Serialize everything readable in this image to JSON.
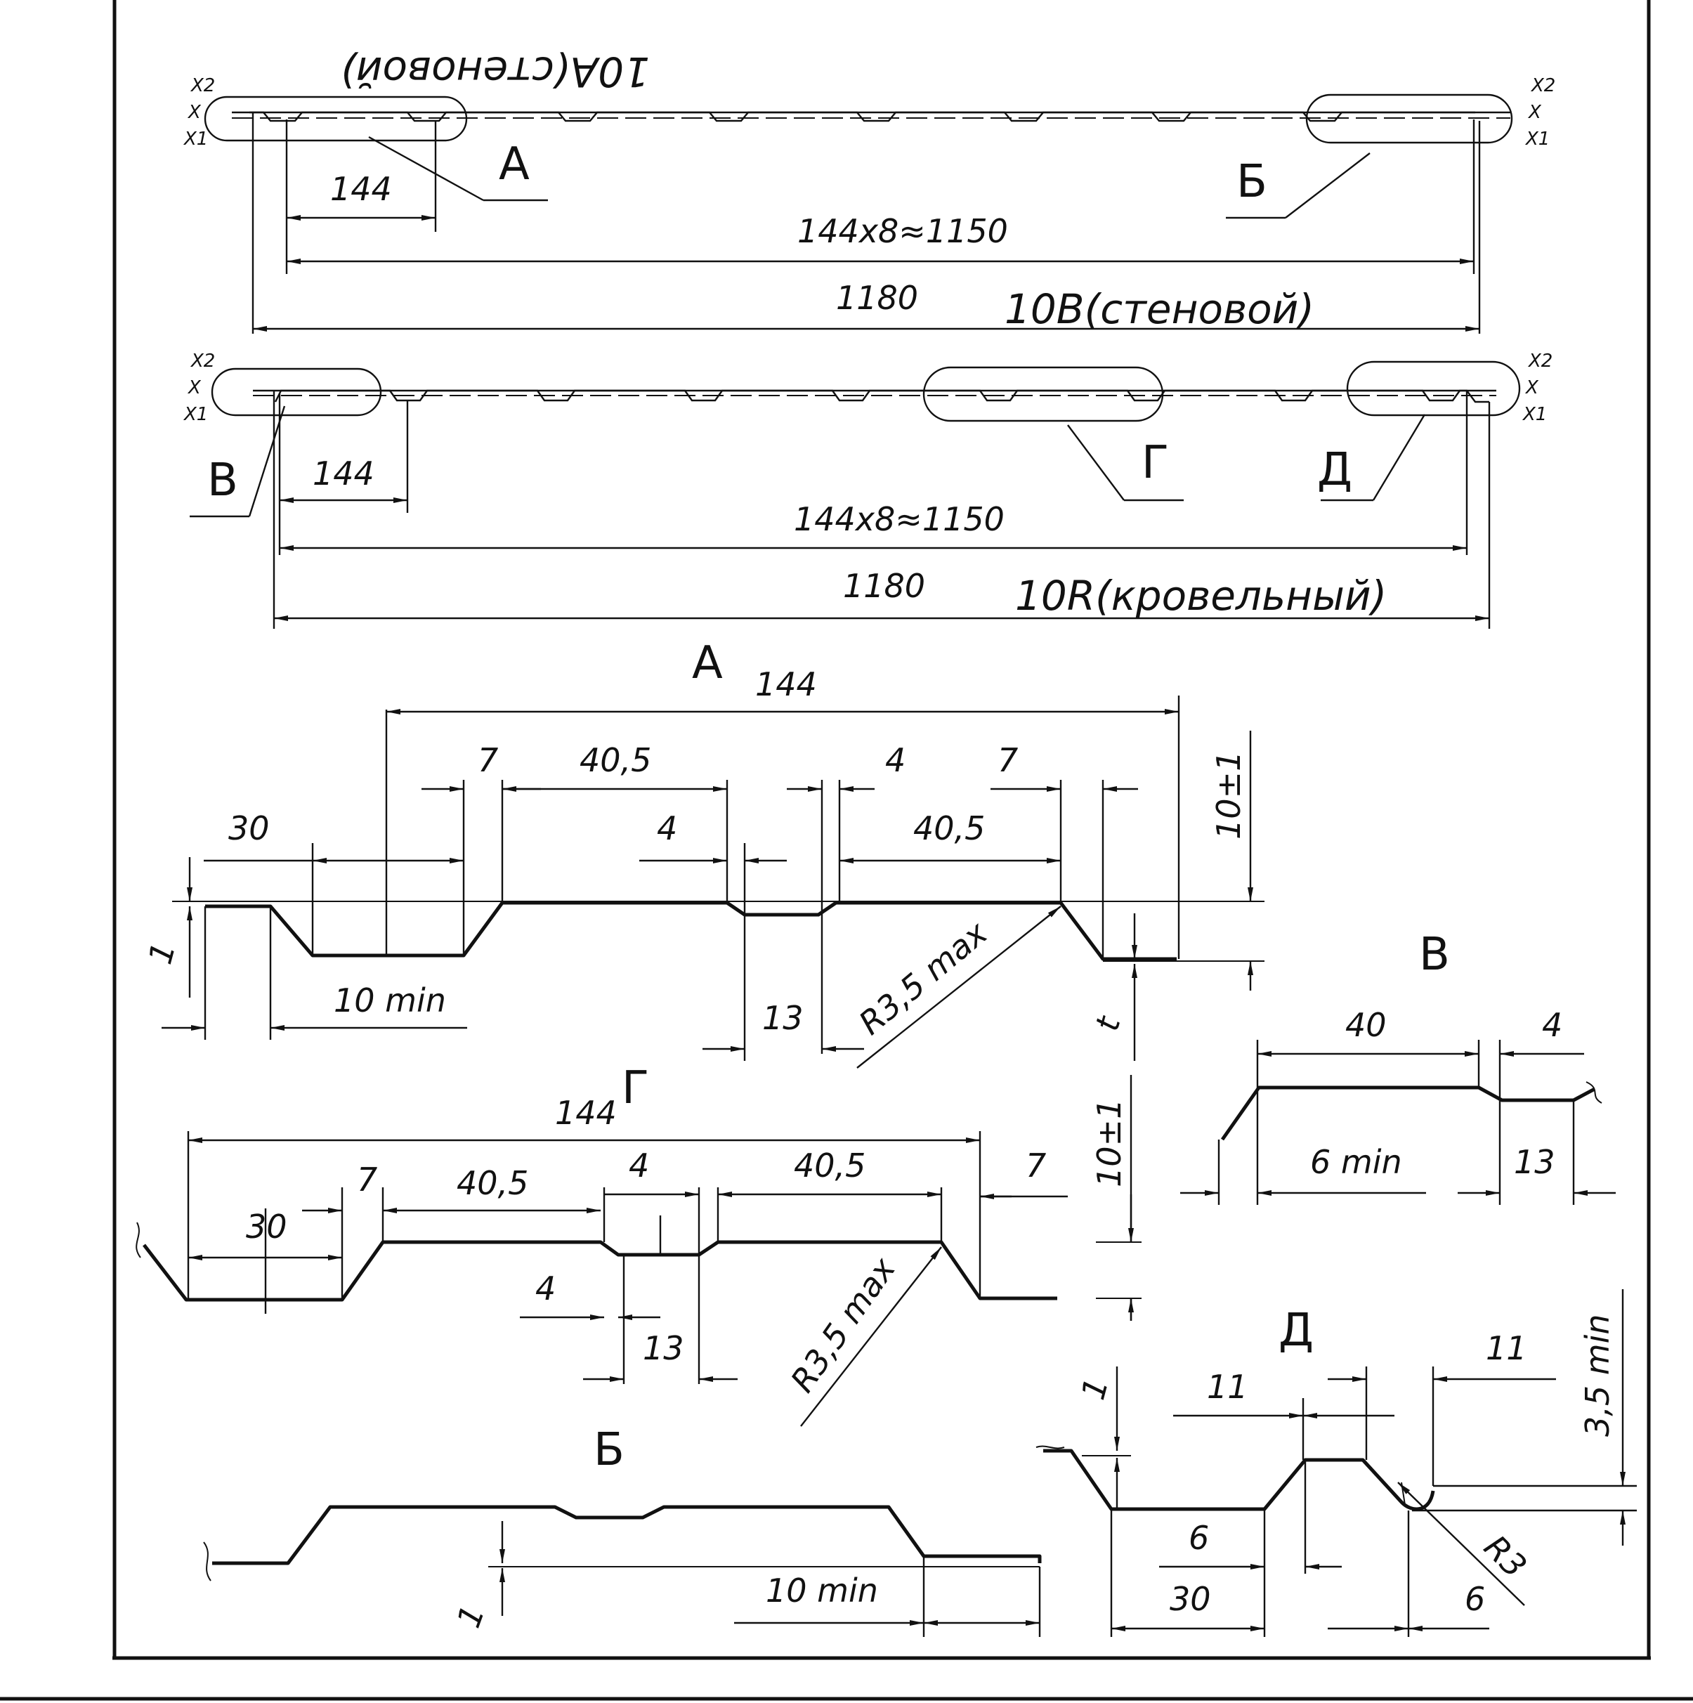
{
  "profiles": {
    "top_label": "10A(стеновой)",
    "middle_label": "10B(стеновой)",
    "bottom_label": "10R(кровельный)",
    "axis": {
      "x2": "X2",
      "x": "X",
      "x1": "X1"
    }
  },
  "dims": {
    "pitch": "144",
    "total": "144x8≈1150",
    "width": "1180"
  },
  "callouts": {
    "A": "А",
    "B": "Б",
    "V": "В",
    "G": "Г",
    "D": "Д"
  },
  "detailA": {
    "title": "А",
    "d144": "144",
    "d7a": "7",
    "d405a": "40,5",
    "d4a": "4",
    "d7b": "7",
    "d30": "30",
    "d4b": "4",
    "d405b": "40,5",
    "d10": "10±1",
    "d1": "1",
    "d10min": "10 min",
    "d13": "13",
    "r": "R3,5 max",
    "t": "t"
  },
  "detailG": {
    "title": "Г",
    "d144": "144",
    "d7a": "7",
    "d405a": "40,5",
    "d4a": "4",
    "d405b": "40,5",
    "d7b": "7",
    "d30": "30",
    "d10": "10±1",
    "d4b": "4",
    "d13": "13",
    "r": "R3,5 max"
  },
  "detailV": {
    "title": "В",
    "d40": "40",
    "d4": "4",
    "d6min": "6 min",
    "d13": "13"
  },
  "detailB": {
    "title": "Б",
    "d10min": "10 min",
    "d1": "1"
  },
  "detailD": {
    "title": "Д",
    "d1": "1",
    "d11a": "11",
    "d11b": "11",
    "d35min": "3,5 min",
    "d6a": "6",
    "d30": "30",
    "r3": "R3",
    "d6b": "6"
  }
}
